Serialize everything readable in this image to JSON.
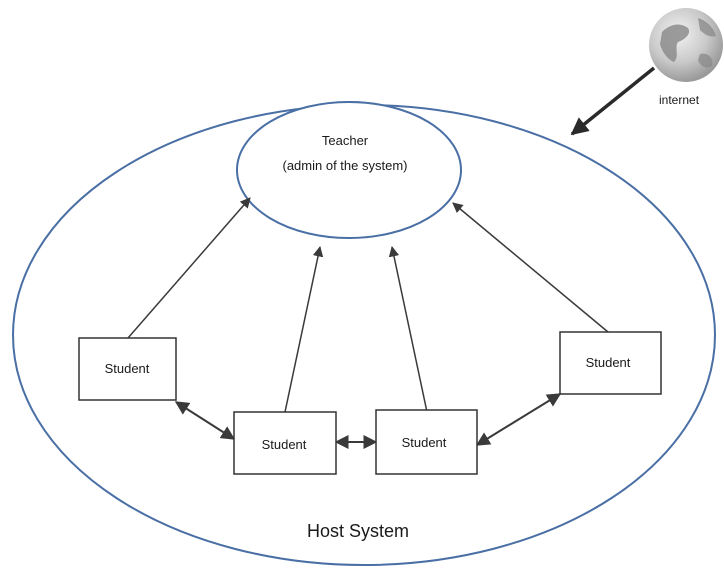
{
  "teacher": {
    "title": "Teacher",
    "subtitle": "(admin of the system)"
  },
  "students": [
    {
      "label": "Student"
    },
    {
      "label": "Student"
    },
    {
      "label": "Student"
    },
    {
      "label": "Student"
    }
  ],
  "host_label": "Host System",
  "internet_label": "internet",
  "colors": {
    "ellipse_stroke": "#4a6fa5",
    "line": "#3a3a3a",
    "box_stroke": "#333333"
  }
}
